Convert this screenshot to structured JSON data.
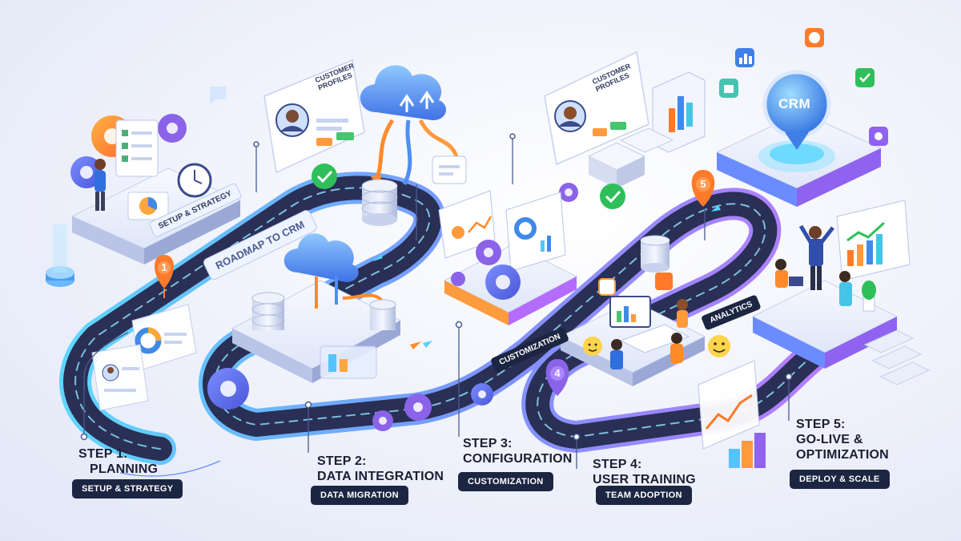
{
  "road_label": "ROADMAP TO CRM",
  "plaque_label": "SETUP & STRATEGY",
  "hub_label": "CRM",
  "tags": {
    "customization": "CUSTOMIZATION",
    "analytics": "ANALYTICS"
  },
  "profile_cards": [
    {
      "title_line1": "CUSTOMER",
      "title_line2": "PROFILES"
    },
    {
      "title_line1": "CUSTOMER",
      "title_line2": "PROFILES"
    }
  ],
  "markers": [
    "1",
    "4",
    "5"
  ],
  "steps": [
    {
      "label": "STEP 1:",
      "name": "PLANNING",
      "sub": "SETUP & STRATEGY"
    },
    {
      "label": "STEP 2:",
      "name": "DATA INTEGRATION",
      "sub": "DATA MIGRATION"
    },
    {
      "label": "STEP 3:",
      "name": "CONFIGURATION",
      "sub": "CUSTOMIZATION"
    },
    {
      "label": "STEP 4:",
      "name": "USER TRAINING",
      "sub": "TEAM ADOPTION"
    },
    {
      "label": "STEP 5:",
      "name": "GO-LIVE &",
      "name2": "OPTIMIZATION",
      "sub": "DEPLOY & SCALE"
    }
  ],
  "colors": {
    "road": "#2a2f55",
    "road_glow": "#59c8ff",
    "road_glow_purple": "#a46cff",
    "accent_orange": "#ff8a2a",
    "check_green": "#2fbf5a",
    "pill_bg": "#1c2541"
  }
}
